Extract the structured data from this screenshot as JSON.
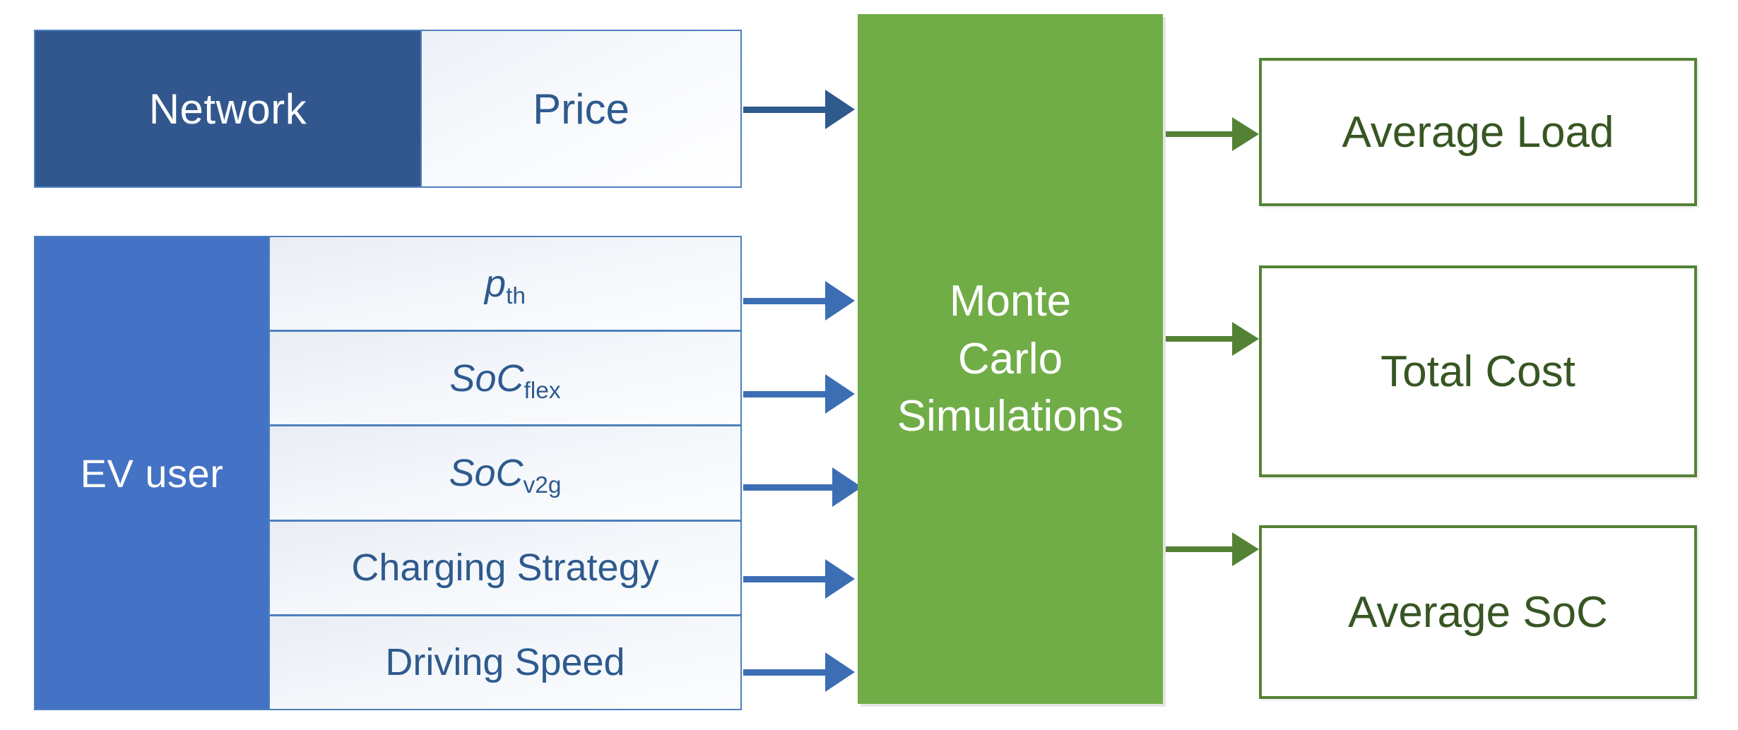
{
  "diagram": {
    "title": "EV Monte Carlo simulation block diagram",
    "colors": {
      "network_fill": "#31578E",
      "ev_user_fill": "#4472C4",
      "input_border": "#4E80BD",
      "input_text": "#2E5A8E",
      "monte_carlo_fill": "#70AD47",
      "output_border": "#548235",
      "output_text": "#375623",
      "arrow_blue": "#3C6EB4",
      "arrow_green": "#548235"
    }
  },
  "inputs": {
    "network": {
      "source_label": "Network",
      "parameters": [
        {
          "label": "Price",
          "math": false
        }
      ]
    },
    "ev_user": {
      "source_label": "EV user",
      "parameters": [
        {
          "base": "p",
          "sub": "th",
          "math": true
        },
        {
          "base": "SoC",
          "sub": "flex",
          "math": true
        },
        {
          "base": "SoC",
          "sub": "v2g",
          "math": true
        },
        {
          "label": "Charging Strategy",
          "math": false
        },
        {
          "label": "Driving Speed",
          "math": false
        }
      ]
    }
  },
  "process": {
    "lines": [
      "Monte",
      "Carlo",
      "Simulations"
    ]
  },
  "outputs": [
    {
      "label": "Average Load"
    },
    {
      "label": "Total Cost"
    },
    {
      "label": "Average SoC"
    }
  ]
}
